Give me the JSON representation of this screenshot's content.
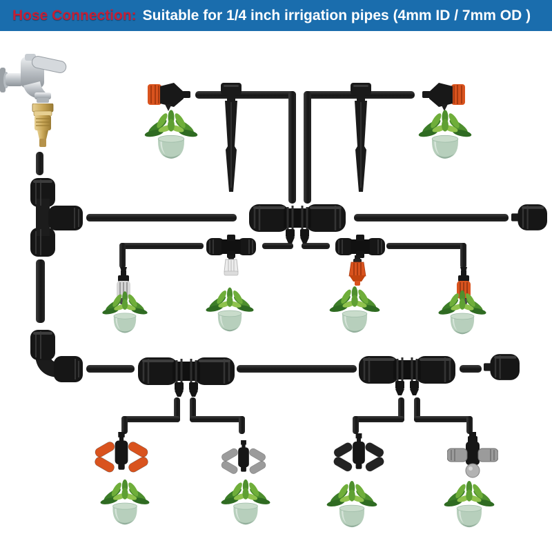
{
  "header": {
    "label": "Hose Connection:",
    "text": "Suitable for 1/4 inch irrigation pipes (4mm ID / 7mm OD )",
    "bg_color": "#1a6dad",
    "label_color": "#c41f36",
    "text_color": "#ffffff"
  },
  "palette": {
    "background": "#ffffff",
    "tubing_black": "#1c1c1c",
    "fitting_black": "#161616",
    "emitter_orange": "#d9531e",
    "emitter_gray": "#9b9b9b",
    "nozzle_white": "#ececec",
    "brass": "#c9a758",
    "chrome": "#c6cacd",
    "pot_green": "#b7cfbc",
    "leaf_green": "#4e8f2e"
  },
  "components": [
    {
      "icon": "faucet-icon",
      "name": "outdoor tap with lever handle",
      "count": 1
    },
    {
      "icon": "brass-adapter-icon",
      "name": "brass quick-connect adapter",
      "count": 1
    },
    {
      "icon": "tee-connector-icon",
      "name": "barbed tee connector",
      "count": 1
    },
    {
      "icon": "elbow-connector-icon",
      "name": "barbed elbow connector",
      "count": 1
    },
    {
      "icon": "coupling-manifold-icon",
      "name": "straight coupling with two barbed outlets",
      "count": 3
    },
    {
      "icon": "end-plug-icon",
      "name": "tubing end plug",
      "count": 2
    },
    {
      "icon": "drip-stake-icon",
      "name": "tubing support stake",
      "count": 2
    },
    {
      "icon": "dripper-side-icon",
      "name": "adjustable orange dripper (inline)",
      "count": 2
    },
    {
      "icon": "dripper-gray-icon",
      "name": "adjustable gray dripper",
      "count": 1
    },
    {
      "icon": "dripper-orange-icon",
      "name": "adjustable orange dripper",
      "count": 1
    },
    {
      "icon": "mist-nozzle-white-icon",
      "name": "tee with white mist nozzle",
      "count": 1
    },
    {
      "icon": "mist-nozzle-orange-icon",
      "name": "tee with orange mist nozzle",
      "count": 1
    },
    {
      "icon": "cross-sprayer-icon",
      "name": "cross sprayer head (orange / gray / black / twin-gray)",
      "count": 4
    },
    {
      "icon": "plant-icon",
      "name": "potted plant",
      "count": 10
    }
  ]
}
